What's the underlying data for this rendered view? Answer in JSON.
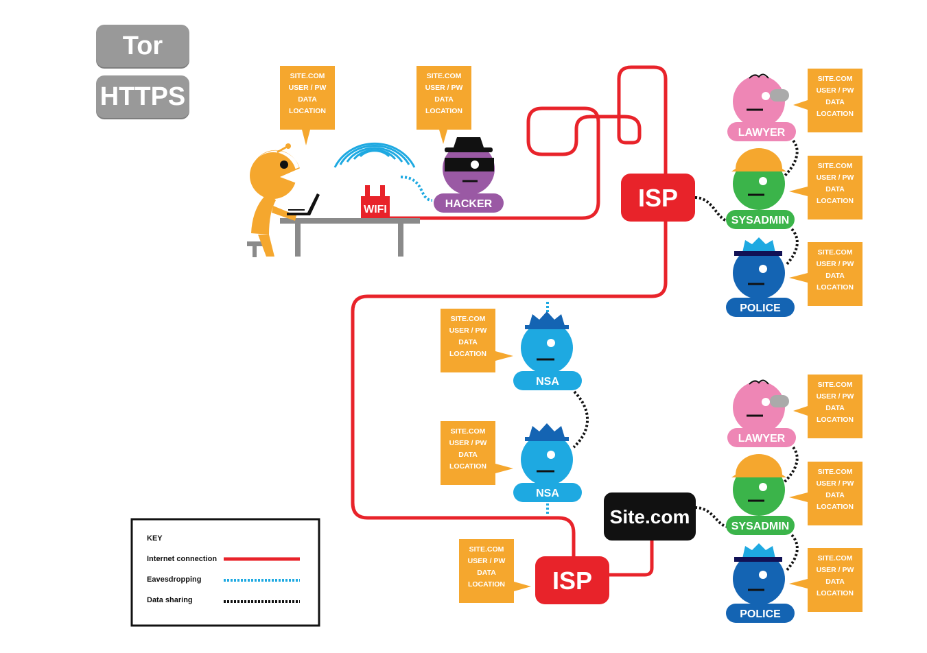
{
  "toggles": {
    "tor_label": "Tor",
    "https_label": "HTTPS"
  },
  "colors": {
    "internet": "#e8232a",
    "eavesdrop": "#1ea9e1",
    "sharing": "#111111",
    "bubble": "#f5a72e",
    "user": "#f5a72e",
    "hacker": "#9a59a4",
    "lawyer": "#ee86b5",
    "sysadmin": "#3bb44a",
    "police": "#1464b3",
    "nsa": "#1ea9e1",
    "isp": "#e8232a",
    "site": "#111111",
    "table": "#8a8a8a"
  },
  "bubble_lines": [
    "SITE.COM",
    "USER / PW",
    "DATA",
    "LOCATION"
  ],
  "labels": {
    "wifi": "WIFI",
    "hacker": "HACKER",
    "isp": "ISP",
    "site": "Site.com",
    "lawyer": "LAWYER",
    "sysadmin": "SYSADMIN",
    "police": "POLICE",
    "nsa": "NSA"
  },
  "key": {
    "title": "KEY",
    "internet": "Internet connection",
    "eavesdrop": "Eavesdropping",
    "sharing": "Data sharing"
  }
}
